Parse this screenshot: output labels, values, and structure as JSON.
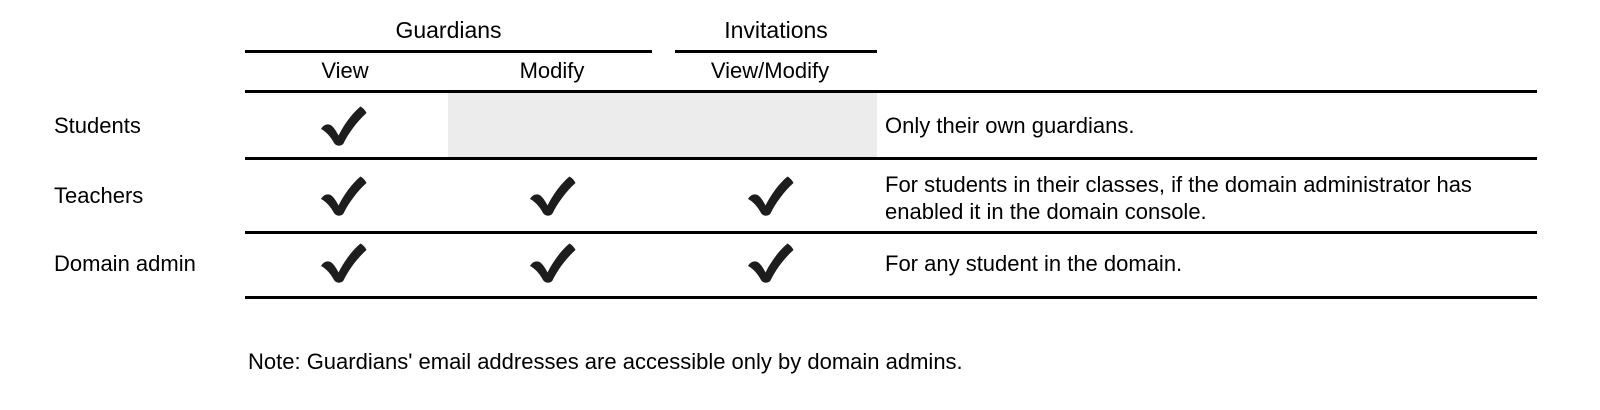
{
  "colors": {
    "background": "#ffffff",
    "line": "#000000",
    "text": "#000000",
    "shaded_cell": "#ececec",
    "check": "#1d1d1d"
  },
  "icons": {
    "check": "✔"
  },
  "table": {
    "group_headers": [
      {
        "label": "Guardians"
      },
      {
        "label": "Invitations"
      }
    ],
    "column_headers": [
      {
        "label": "View"
      },
      {
        "label": "Modify"
      },
      {
        "label": "View/Modify"
      }
    ],
    "rows": [
      {
        "label": "Students",
        "permissions": {
          "view": true,
          "modify": false,
          "view_modify": false
        },
        "shaded": true,
        "note": "Only their own guardians."
      },
      {
        "label": "Teachers",
        "permissions": {
          "view": true,
          "modify": true,
          "view_modify": true
        },
        "shaded": false,
        "note": "For students in their classes, if the domain administrator has enabled it in the domain console."
      },
      {
        "label": "Domain admin",
        "permissions": {
          "view": true,
          "modify": true,
          "view_modify": true
        },
        "shaded": false,
        "note": "For any student in the domain."
      }
    ]
  },
  "footnote": "Note: Guardians' email addresses are accessible only by domain admins."
}
